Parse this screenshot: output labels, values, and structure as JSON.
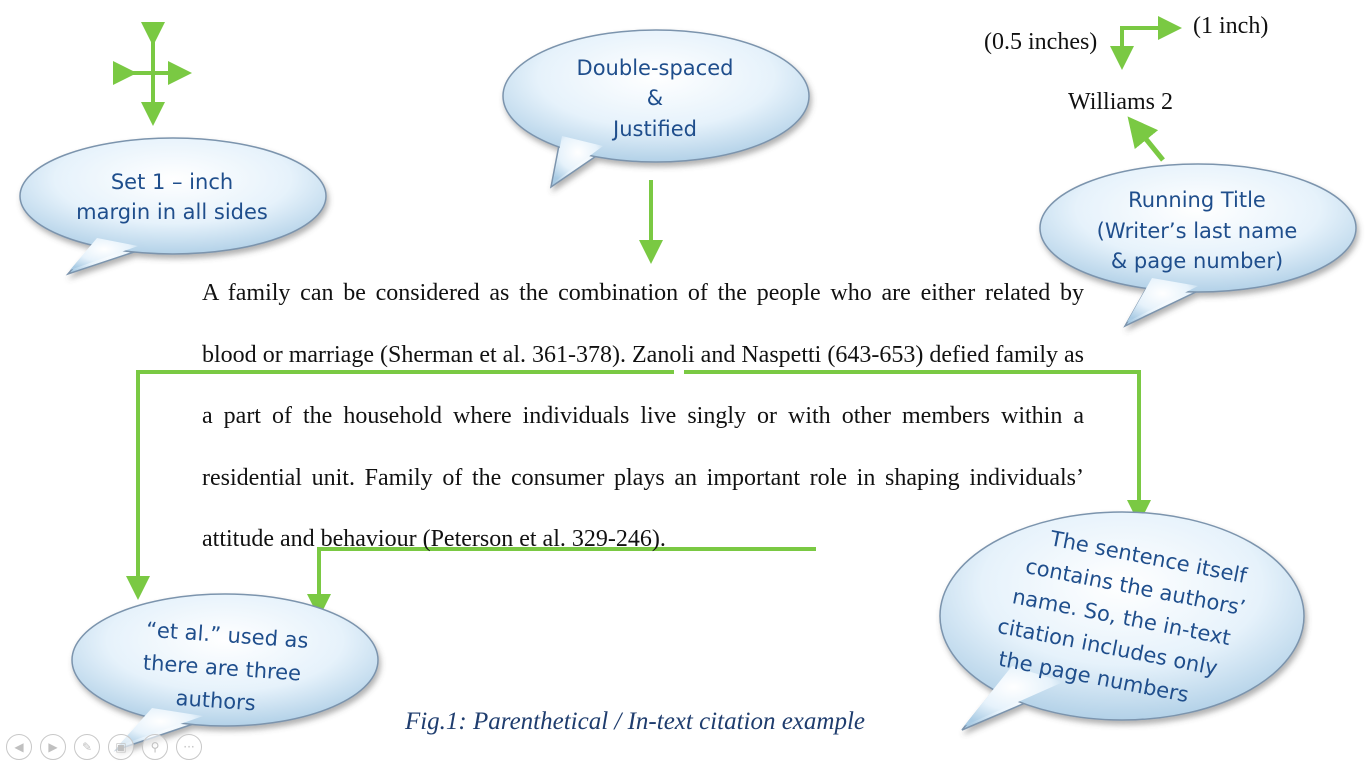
{
  "bubbles": {
    "margin": [
      "Set 1 – inch",
      "margin in all sides"
    ],
    "spacing": [
      "Double-spaced",
      "&",
      "Justified"
    ],
    "running_title": [
      "Running Title",
      "(Writer’s last name",
      "& page number)"
    ],
    "et_al": [
      "“et al.” used as",
      "there are three",
      "authors"
    ],
    "sentence": [
      "The sentence itself",
      "contains the authors’",
      "name. So, the in-text",
      "citation includes only",
      "the page numbers"
    ]
  },
  "header": {
    "half_inch": "(0.5 inches)",
    "one_inch": "(1 inch)",
    "running_head": "Williams 2"
  },
  "paragraph": "A family can be considered as the combination of the people who are either related by blood or marriage (Sherman et al. 361-378). Zanoli and Naspetti (643-653) defied family as a part of the household where individuals live singly or with other members within a residential unit. Family of the consumer plays an important role in shaping individuals’ attitude and behaviour (Peterson et al. 329-246).",
  "caption": "Fig.1: Parenthetical / In-text citation example",
  "colors": {
    "arrow": "#7ac943",
    "bubble_text": "#1f4e8c",
    "caption": "#1f3d6e"
  },
  "toolbar": [
    {
      "name": "previous-slide-icon",
      "glyph": "◀"
    },
    {
      "name": "next-slide-icon",
      "glyph": "▶"
    },
    {
      "name": "pen-icon",
      "glyph": "✎"
    },
    {
      "name": "slides-icon",
      "glyph": "▣"
    },
    {
      "name": "zoom-icon",
      "glyph": "⚲"
    },
    {
      "name": "more-icon",
      "glyph": "···"
    }
  ]
}
